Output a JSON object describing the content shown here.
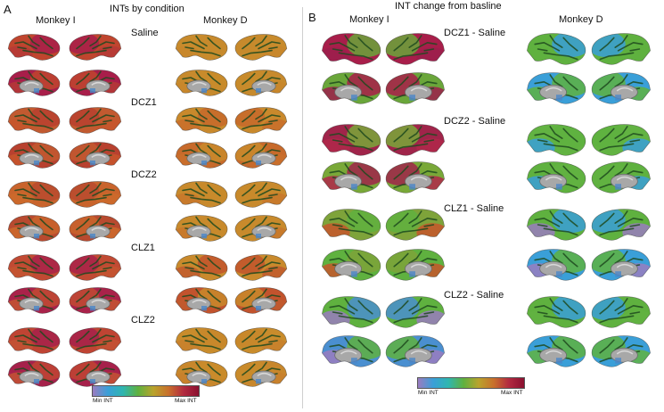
{
  "panel_a": {
    "letter": "A",
    "title": "INTs by condition",
    "monkeys": [
      "Monkey I",
      "Monkey D"
    ],
    "conditions": [
      "Saline",
      "DCZ1",
      "DCZ2",
      "CLZ1",
      "CLZ2"
    ],
    "colorbar": {
      "min_label": "Min INT",
      "max_label": "Max INT"
    },
    "map_colors": {
      "monkey_i": [
        [
          "#c0452e",
          "#a81e4a",
          "#b53a36"
        ],
        [
          "#c25a30",
          "#b8412f",
          "#c7562c"
        ],
        [
          "#c9642c",
          "#b84a2f",
          "#cc6a2b"
        ],
        [
          "#c14a33",
          "#a9224a",
          "#c45531"
        ],
        [
          "#bf4433",
          "#a6214b",
          "#c35234"
        ]
      ],
      "monkey_d": [
        [
          "#c88b2c",
          "#c78a2d",
          "#c8862c"
        ],
        [
          "#c9892c",
          "#c76a2b",
          "#c96e2b"
        ],
        [
          "#c88a2d",
          "#c88a2c",
          "#c8772c"
        ],
        [
          "#c98a2c",
          "#c2532d",
          "#c15a2e"
        ],
        [
          "#c98c2c",
          "#c8872c",
          "#c8802d"
        ]
      ]
    }
  },
  "panel_b": {
    "letter": "B",
    "title": "INT change from basline",
    "monkeys": [
      "Monkey I",
      "Monkey D"
    ],
    "conditions": [
      "DCZ1 - Saline",
      "DCZ2 - Saline",
      "CLZ1 - Saline",
      "CLZ2 - Saline"
    ],
    "colorbar": {
      "min_label": "Min INT",
      "max_label": "Max INT"
    },
    "map_colors": {
      "monkey_i": [
        [
          "#a81e4a",
          "#6aa63a",
          "#9c1f4c"
        ],
        [
          "#a0244a",
          "#79a838",
          "#b0284a"
        ],
        [
          "#7ea33a",
          "#5fb13f",
          "#c7562c"
        ],
        [
          "#5fb13f",
          "#4a8fd0",
          "#9a7cc0"
        ]
      ],
      "monkey_d": [
        [
          "#5fb13f",
          "#3a9fd8",
          "#5fb13f"
        ],
        [
          "#62b342",
          "#5fb13f",
          "#3a9fd8"
        ],
        [
          "#5fb13f",
          "#3a9fd8",
          "#9a7cc0"
        ],
        [
          "#5fb13f",
          "#3a9fd8",
          "#62b342"
        ]
      ]
    }
  },
  "colormap": [
    "#9a7cc0",
    "#3a9fd8",
    "#2fb6b0",
    "#5fb13f",
    "#b9a32c",
    "#c8702c",
    "#b22a40",
    "#8a1030"
  ]
}
